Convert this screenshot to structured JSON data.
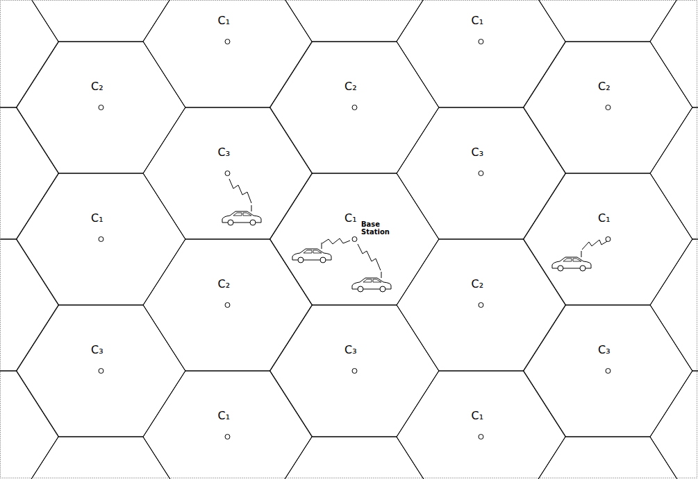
{
  "diagram": {
    "nodes": [
      {
        "text": [
          "C₁"
        ]
      },
      {
        "text": [
          "C₁"
        ]
      },
      {
        "text": [
          "C₂"
        ]
      },
      {
        "text": [
          "C₂"
        ]
      },
      {
        "text": [
          "C₂"
        ]
      },
      {
        "text": [
          "C₃"
        ]
      },
      {
        "text": [
          "C₃"
        ]
      },
      {
        "text": [
          "C₁"
        ]
      },
      {
        "text": [
          "C₁",
          "Base Station"
        ]
      },
      {
        "text": [
          "C₁"
        ]
      },
      {
        "text": [
          "C₂"
        ]
      },
      {
        "text": [
          "C₂"
        ]
      },
      {
        "text": [
          "C₃"
        ]
      },
      {
        "text": [
          "C₃"
        ]
      },
      {
        "text": [
          "C₃"
        ]
      },
      {
        "text": [
          "C₁"
        ]
      },
      {
        "text": [
          "C₁"
        ]
      }
    ]
  }
}
